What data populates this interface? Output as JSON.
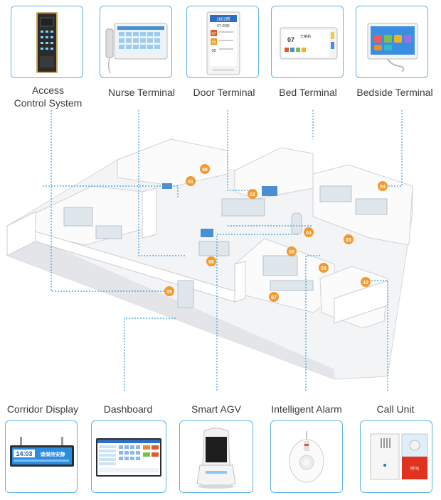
{
  "top_devices": [
    {
      "label_line1": "Access",
      "label_line2": "Control System",
      "icon": "access-panel-icon"
    },
    {
      "label": "Nurse Terminal",
      "icon": "nurse-terminal-icon"
    },
    {
      "label": "Door Terminal",
      "icon": "door-terminal-icon"
    },
    {
      "label": "Bed Terminal",
      "icon": "bed-terminal-icon"
    },
    {
      "label": "Bedside Terminal",
      "icon": "bedside-terminal-icon"
    }
  ],
  "bottom_devices": [
    {
      "label": "Corridor Display",
      "icon": "corridor-display-icon"
    },
    {
      "label": "Dashboard",
      "icon": "dashboard-icon"
    },
    {
      "label": "Smart AGV",
      "icon": "agv-robot-icon"
    },
    {
      "label": "Intelligent Alarm",
      "icon": "alarm-button-icon"
    },
    {
      "label": "Call Unit",
      "icon": "call-unit-icon"
    }
  ],
  "screens": {
    "door_room": "1602房",
    "door_date": "07-09床",
    "door_beds": [
      "07",
      "08",
      "09"
    ],
    "bed_number": "07",
    "bed_name": "王莱莉",
    "corridor_time": "14:03",
    "corridor_text": "请保持安静",
    "call_button": "呼叫"
  },
  "markers": [
    "01",
    "02",
    "03",
    "04",
    "05",
    "06",
    "07",
    "08",
    "09",
    "10",
    "03",
    "09"
  ],
  "colors": {
    "accent": "#5fb4e6",
    "marker": "#f29a2e",
    "dash": "#3aa0dc"
  }
}
